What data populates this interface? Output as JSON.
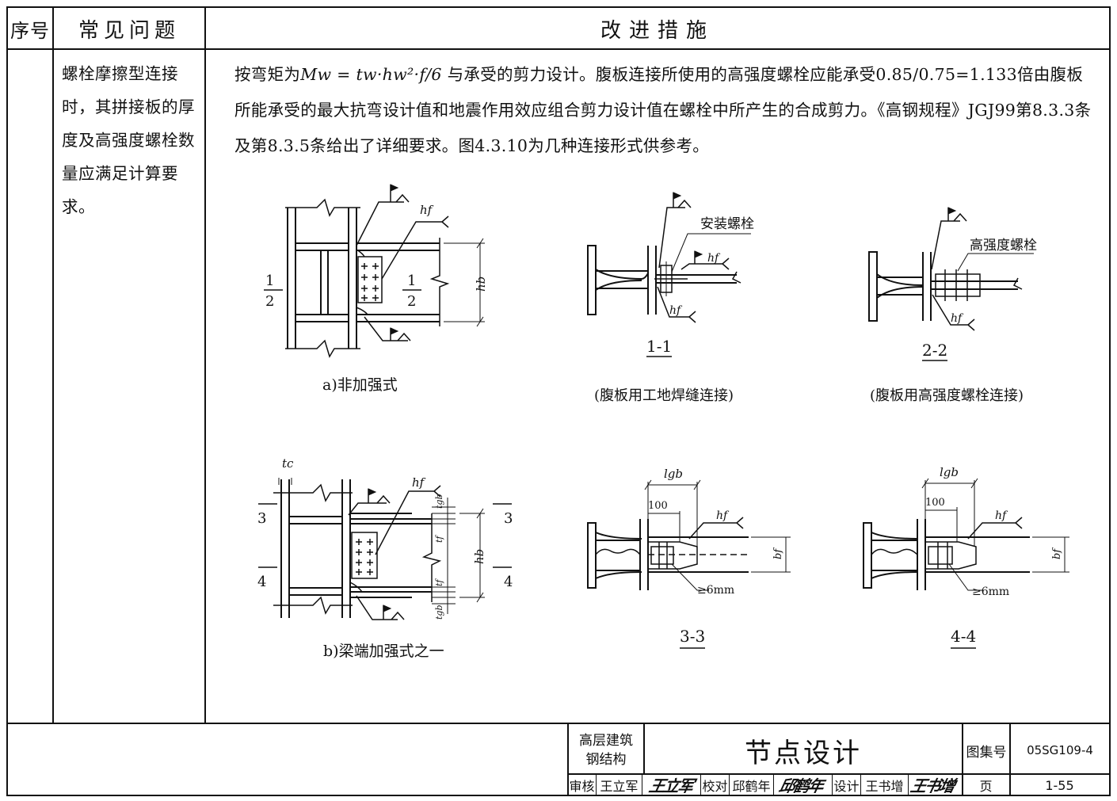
{
  "header": {
    "serial_no": "序号",
    "issue": "常见问题",
    "measure": "改进措施"
  },
  "rows": [
    {
      "issue": "螺栓摩擦型连接时，其拼接板的厚度及高强度螺栓数量应满足计算要求。",
      "measure_part1": "按弯矩为",
      "formula": "Mw = tw·hw²·f/6",
      "measure_part2": " 与承受的剪力设计。腹板连接所使用的高强度螺栓应能承受0.85/0.75=1.133倍由腹板所能承受的最大抗弯设计值和地震作用效应组合剪力设计值在螺栓中所产生的合成剪力。《高钢规程》JGJ99第8.3.3条及第8.3.5条给出了详细要求。图4.3.10为几种连接形式供参考。"
    }
  ],
  "drawing": {
    "hf": "hf",
    "hb": "hb",
    "tc": "tc",
    "tf": "tf",
    "tgb": "tgb",
    "lgb": "lgb",
    "bf": "bf",
    "dim_100": "100",
    "ge6mm": "≥6mm",
    "erection_bolt": "安装螺栓",
    "hs_bolt": "高强度螺栓",
    "cut1_left": "1",
    "cut2_left": "2",
    "cut1_right": "1",
    "cut2_right": "2",
    "cut3_left": "3",
    "cut4_left": "4",
    "cut3_right": "3",
    "cut4_right": "4",
    "section_1_1": "1-1",
    "section_2_2": "2-2",
    "section_3_3": "3-3",
    "section_4_4": "4-4"
  },
  "captions": {
    "a": "a)非加强式",
    "b": "b)梁端加强式之一",
    "s11": "(腹板用工地焊缝连接)",
    "s22": "(腹板用高强度螺栓连接)"
  },
  "title_block": {
    "project_line1": "高层建筑",
    "project_line2": "钢结构",
    "sheet_title": "节点设计",
    "atlas_label": "图集号",
    "atlas_no": "05SG109-4",
    "review_label": "审核",
    "reviewer": "王立军",
    "reviewer_sig": "王立军",
    "check_label": "校对",
    "checker": "邱鹤年",
    "checker_sig": "邱鹤年",
    "design_label": "设计",
    "designer": "王书增",
    "designer_sig": "王书增",
    "page_label": "页",
    "page_no": "1-55"
  }
}
